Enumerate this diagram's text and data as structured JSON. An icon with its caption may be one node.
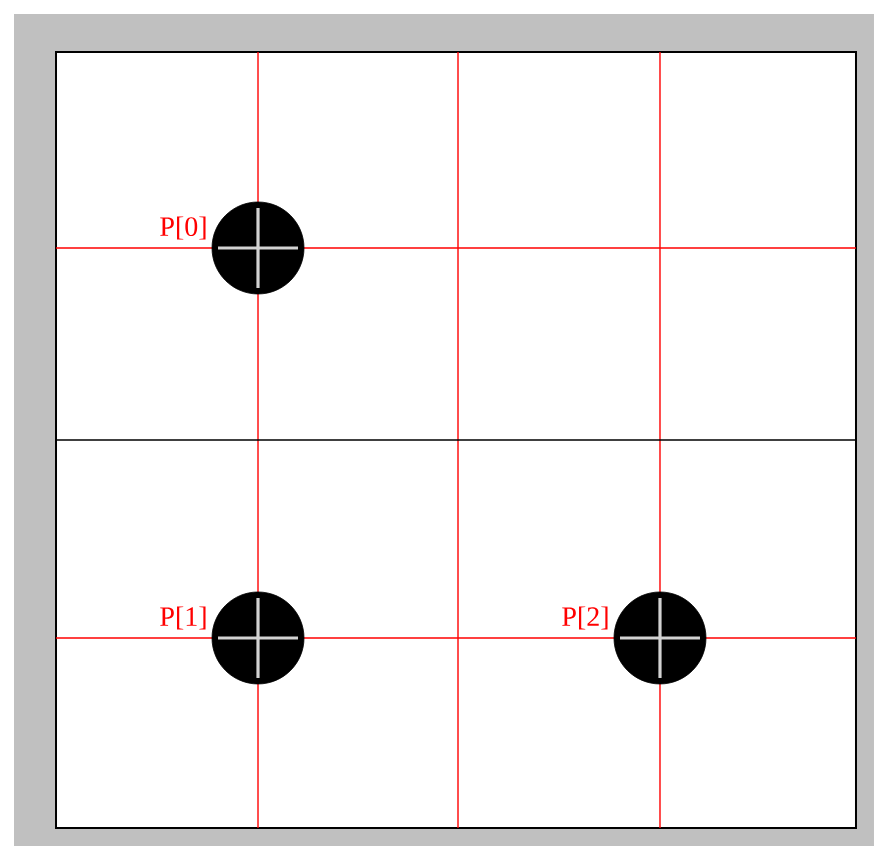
{
  "diagram": {
    "nodes": [
      {
        "text": [],
        "shape": "circle",
        "beside": [
          "P[0]"
        ]
      },
      {
        "text": [],
        "shape": "circle",
        "beside": [
          "P[1]"
        ]
      },
      {
        "text": [],
        "shape": "circle",
        "beside": [
          "P[2]"
        ]
      }
    ]
  }
}
